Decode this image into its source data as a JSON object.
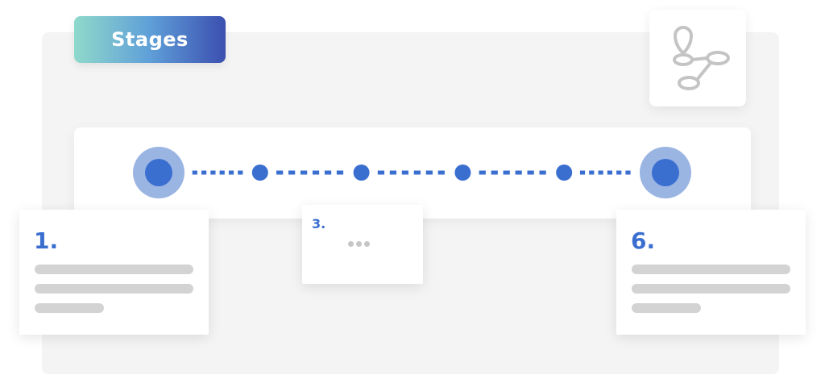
{
  "header": {
    "title": "Stages"
  },
  "icons": {
    "route": "route-map-pin-icon"
  },
  "timeline": {
    "stage_count": 6,
    "colors": {
      "accent": "#3a6fd0",
      "halo": "#9bb5e3"
    }
  },
  "cards": [
    {
      "label": "1."
    },
    {
      "label": "3."
    },
    {
      "label": "6."
    }
  ],
  "colors": {
    "badge_gradient": [
      "#8fd9cb",
      "#5f9fd8",
      "#3b4fb0"
    ],
    "placeholder_line": "#d3d3d3",
    "panel_background": "#f4f4f4"
  }
}
